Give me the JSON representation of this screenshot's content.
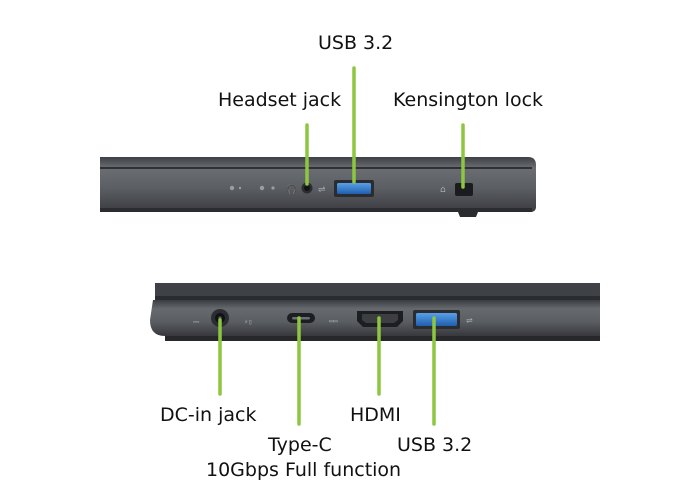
{
  "labels": {
    "usb_top": "USB 3.2",
    "headset": "Headset jack",
    "kensington": "Kensington lock",
    "dc_in": "DC-in jack",
    "type_c": "Type-C",
    "type_c_detail": "10Gbps Full function",
    "hdmi": "HDMI",
    "usb_bottom": "USB 3.2"
  },
  "colors": {
    "callout": "#8dc63f",
    "chassis": "#55585d",
    "usb_blue": "#2f78c8"
  }
}
